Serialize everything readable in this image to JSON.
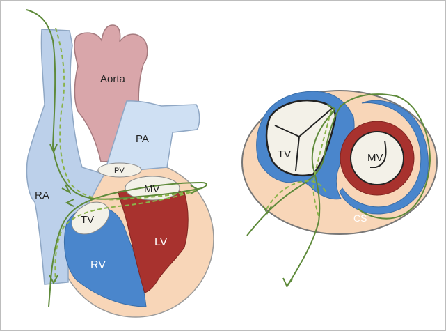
{
  "left_diagram": {
    "labels": {
      "aorta": "Aorta",
      "pa": "PA",
      "ra": "RA",
      "pv": "PV",
      "mv": "MV",
      "tv": "TV",
      "lv": "LV",
      "rv": "RV"
    }
  },
  "right_diagram": {
    "labels": {
      "tv": "TV",
      "mv": "MV",
      "cs": "CS"
    }
  },
  "colors": {
    "aorta": "#d9a6aa",
    "pa": "#cfe0f3",
    "ra": "#bcd0ea",
    "ventricle_bg": "#f8d6b8",
    "rv": "#4a86cc",
    "lv": "#a8322e",
    "valve": "#f3f1e8",
    "catheter": "#5e8a3a",
    "catheter_dashed": "#8ab34a"
  }
}
